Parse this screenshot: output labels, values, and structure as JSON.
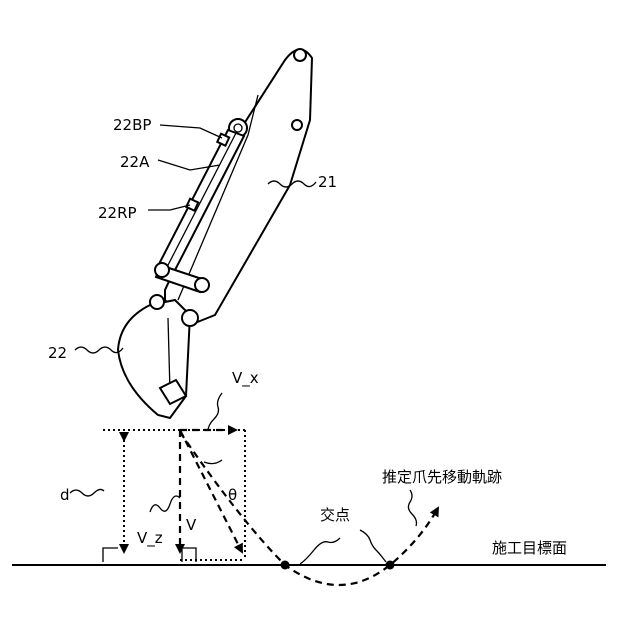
{
  "labels": {
    "arm": "21",
    "bucket": "22",
    "cylinder": "22A",
    "bottom_pin": "22BP",
    "rod_pin": "22RP",
    "vx": "V_x",
    "vz": "V_z",
    "v": "V",
    "theta": "θ",
    "depth": "d",
    "intersection": "交点",
    "trajectory": "推定爪先移動軌跡",
    "target_surface": "施工目標面"
  }
}
